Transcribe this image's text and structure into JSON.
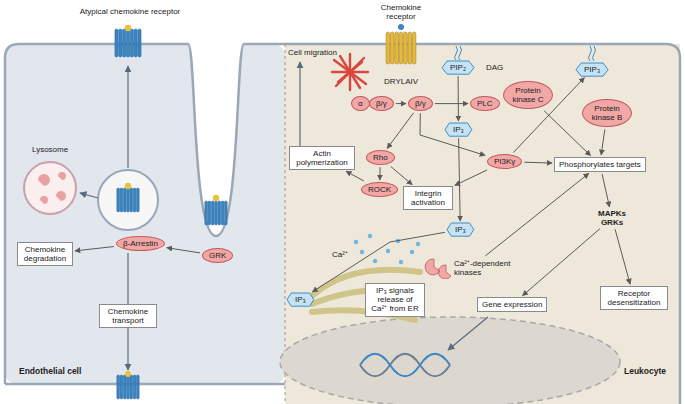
{
  "diagram": {
    "nodes": [
      {
        "text": [
          "GRK"
        ]
      },
      {
        "text": [
          "β-Arrestin"
        ]
      },
      {
        "text": [
          "Chemokine degradation"
        ]
      },
      {
        "text": [
          "Chemokine transport"
        ]
      },
      {
        "text": [
          "α"
        ]
      },
      {
        "text": [
          "β/γ"
        ]
      },
      {
        "text": [
          "β/γ"
        ]
      },
      {
        "text": [
          "PIP₂"
        ]
      },
      {
        "text": [
          "PLC"
        ]
      },
      {
        "text": [
          "IP₃"
        ]
      },
      {
        "text": [
          "Protein kinase C"
        ]
      },
      {
        "text": [
          "PIP₃"
        ]
      },
      {
        "text": [
          "Protein kinase B"
        ]
      },
      {
        "text": [
          "Actin polymerization"
        ]
      },
      {
        "text": [
          "Rho"
        ]
      },
      {
        "text": [
          "PI3Kγ"
        ]
      },
      {
        "text": [
          "ROCK"
        ]
      },
      {
        "text": [
          "Integrin activation"
        ]
      },
      {
        "text": [
          "Phosphorylates targets"
        ]
      },
      {
        "text": [
          "IP₃"
        ]
      },
      {
        "text": [
          "MAPKs GRKs"
        ]
      },
      {
        "text": [
          "Ca²⁺-dependent kinases"
        ]
      },
      {
        "text": [
          "IP₃"
        ]
      },
      {
        "text": [
          "IP₃ signals release of Ca²⁺ from ER"
        ]
      },
      {
        "text": [
          "Gene expression"
        ]
      },
      {
        "text": [
          "Receptor desensitization"
        ]
      }
    ],
    "edges": [
      {
        "from": 0,
        "to": 1,
        "arrow": "to"
      },
      {
        "from": 1,
        "to": 2,
        "arrow": "to"
      },
      {
        "from": 5,
        "to": 6,
        "arrow": "to"
      },
      {
        "from": 6,
        "to": 8,
        "arrow": "to"
      },
      {
        "from": 6,
        "to": 14,
        "arrow": "to"
      },
      {
        "from": 6,
        "to": 15,
        "arrow": "to"
      },
      {
        "from": 7,
        "to": 9,
        "arrow": "to"
      },
      {
        "from": 14,
        "to": 16,
        "arrow": "to"
      },
      {
        "from": 16,
        "to": 13,
        "arrow": "to"
      },
      {
        "from": 14,
        "to": 17,
        "arrow": "to"
      },
      {
        "from": 15,
        "to": 17,
        "arrow": "to"
      },
      {
        "from": 15,
        "to": 11,
        "arrow": "to"
      },
      {
        "from": 9,
        "to": 19,
        "arrow": "to"
      },
      {
        "from": 19,
        "to": 22,
        "arrow": "to"
      },
      {
        "from": 10,
        "to": 18,
        "arrow": "to"
      },
      {
        "from": 12,
        "to": 18,
        "arrow": "to"
      },
      {
        "from": 15,
        "to": 18,
        "arrow": "to"
      },
      {
        "from": 21,
        "to": 18,
        "arrow": "to"
      },
      {
        "from": 18,
        "to": 20,
        "arrow": "to"
      },
      {
        "from": 20,
        "to": 24,
        "arrow": "to"
      },
      {
        "from": 20,
        "to": 25,
        "arrow": "to"
      }
    ],
    "labels": [
      "Atypical chemokine receptor",
      "Chemokine receptor",
      "Lysosome",
      "Endothelial cell",
      "Cell migration",
      "DRYLAIV",
      "DAG",
      "Ca²⁺",
      "Leukocyte"
    ]
  }
}
